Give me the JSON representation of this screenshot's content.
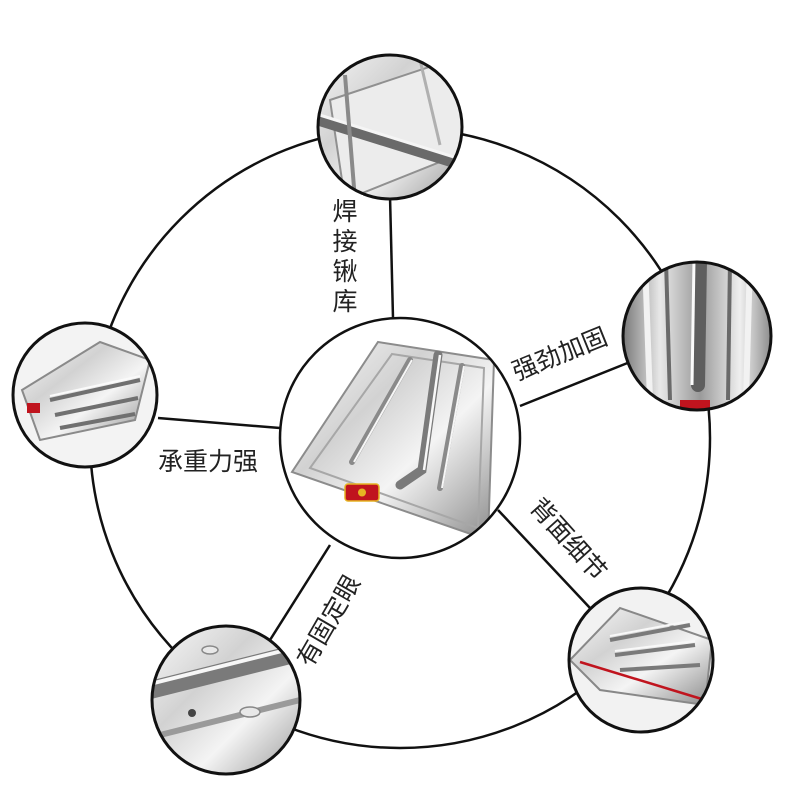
{
  "colors": {
    "line": "#111111",
    "steel_light": "#f2f2f2",
    "steel_mid": "#c4c4c4",
    "steel_dark": "#7d7d7d",
    "badge_red": "#c0141e",
    "badge_gold": "#e6b422"
  },
  "center": {
    "name": "shovel-image"
  },
  "labels": {
    "welding": "焊接锹库",
    "reinforce": "强劲加固",
    "back_detail": "背面细节",
    "rivet": "有固定眼",
    "load_bearing": "承重力强"
  },
  "details": [
    {
      "name": "detail-welding-image"
    },
    {
      "name": "detail-reinforce-image"
    },
    {
      "name": "detail-back-image"
    },
    {
      "name": "detail-rivet-image"
    },
    {
      "name": "detail-load-image"
    }
  ]
}
